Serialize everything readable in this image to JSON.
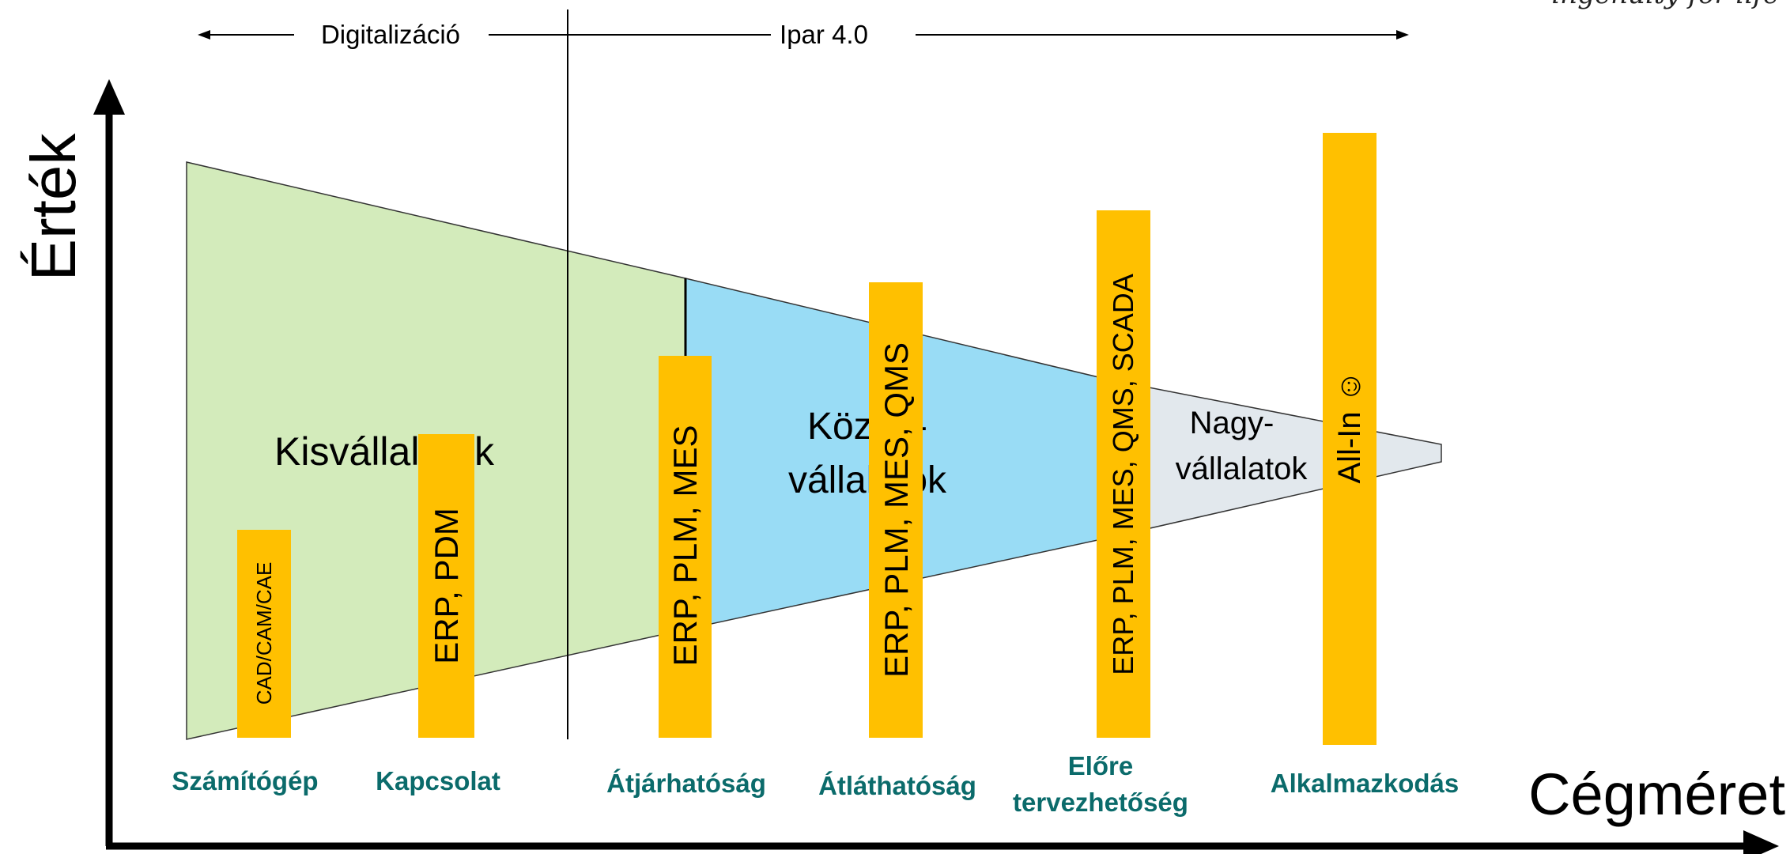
{
  "top_arrow": {
    "left_label": "Digitalizáció",
    "right_label": "Ipar 4.0"
  },
  "brand_text": "ingenuity for life",
  "axes": {
    "y_label": "Érték",
    "x_label": "Cégméret"
  },
  "regions": {
    "small": "Kisvállalatok",
    "medium_line1": "Közép-",
    "medium_line2": "vállalatok",
    "large_line1": "Nagy-",
    "large_line2": "vállalatok"
  },
  "bars": [
    {
      "label": "CAD/CAM/CAE",
      "color": "#ffc000"
    },
    {
      "label": "ERP, PDM",
      "color": "#ffc000"
    },
    {
      "label": "ERP, PLM, MES",
      "color": "#ffc000"
    },
    {
      "label": "ERP, PLM, MES, QMS",
      "color": "#ffc000"
    },
    {
      "label": "ERP, PLM, MES, QMS, SCADA",
      "color": "#ffc000"
    },
    {
      "label": "All-In ☺",
      "color": "#ffc000"
    }
  ],
  "phases": {
    "p1": "Számítógép",
    "p2": "Kapcsolat",
    "p3": "Átjárhatóság",
    "p4": "Átláthatóság",
    "p5_line1": "Előre",
    "p5_line2": "tervezhetőség",
    "p6": "Alkalmazkodás"
  },
  "colors": {
    "small_region": "#d3ebbb",
    "medium_region": "#99dcf5",
    "large_region": "#e2e8ed",
    "bar": "#ffc000",
    "phase_text": "#0b6b6b"
  }
}
